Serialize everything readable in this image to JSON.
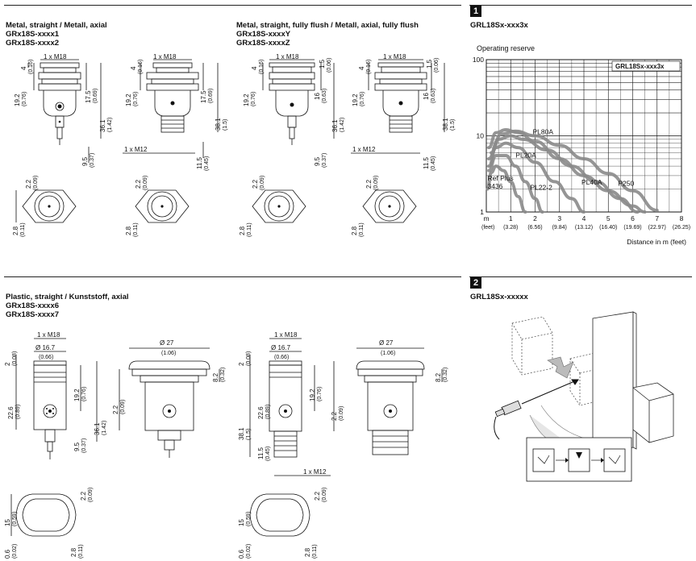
{
  "sections": {
    "metal_axial": {
      "title": "Metal, straight / Metall, axial",
      "models": [
        "GRx18S-xxxx1",
        "GRx18S-xxxx2"
      ]
    },
    "metal_flush": {
      "title": "Metal, straight, fully flush / Metall, axial, fully flush",
      "models": [
        "GRx18S-xxxxY",
        "GRx18S-xxxxZ"
      ]
    },
    "plastic": {
      "title": "Plastic, straight / Kunststoff, axial",
      "models": [
        "GRx18S-xxxx6",
        "GRx18S-xxxx7"
      ]
    }
  },
  "panel1": {
    "badge": "1",
    "caption": "GRL18Sx-xxx3x"
  },
  "panel2": {
    "badge": "2",
    "caption": "GRL18Sx-xxxxx"
  },
  "dims": {
    "m18": "1 x M18",
    "m12": "1 x M12",
    "d4": "4",
    "d4i": "(0.16)",
    "d15": "1.5",
    "d15i": "(0.06)",
    "d192": "19.2",
    "d192i": "(0.76)",
    "d175": "17.5",
    "d175i": "(0.69)",
    "d16": "16",
    "d16i": "(0.63)",
    "d361": "36.1",
    "d361i": "(1.42)",
    "d381": "38.1",
    "d381i": "(1.5)",
    "d95": "9.5",
    "d95i": "(0.37)",
    "d115": "11.5",
    "d115i": "(0.45)",
    "d22": "2.2",
    "d22i": "(0.09)",
    "d28": "2.8",
    "d28i": "(0.11)",
    "d2": "2",
    "d2i": "(0.08)",
    "d167": "Ø 16.7",
    "d167i": "(0.66)",
    "d27": "Ø 27",
    "d27i": "(1.06)",
    "d226": "22.6",
    "d226i": "(0.89)",
    "d82": "8.2",
    "d82i": "(0.32)",
    "d06": "0.6",
    "d06i": "(0.02)",
    "d15b": "15",
    "d15bi": "(0.59)"
  },
  "chart_data": {
    "type": "line",
    "title": "Operating reserve",
    "legend": "GRL18Sx-xxx3x",
    "xlabel": "Distance in m (feet)",
    "x_unit_m": "m",
    "x_unit_ft": "(feet)",
    "xlim": [
      0,
      8
    ],
    "ylim": [
      1,
      100
    ],
    "yscale": "log",
    "y_ticks": [
      "100",
      "10",
      "1"
    ],
    "x_ticks": [
      "1",
      "2",
      "3",
      "4",
      "5",
      "6",
      "7",
      "8"
    ],
    "x_ticks_ft": [
      "(3.28)",
      "(6.56)",
      "(9.84)",
      "(13.12)",
      "(16.40)",
      "(19.69)",
      "(22.97)",
      "(26.25)"
    ],
    "grid": true,
    "series_color": "#8a8a8a",
    "series": [
      {
        "name": "PL80A",
        "label_at": [
          1.9,
          10.5
        ],
        "x": [
          0.1,
          0.4,
          0.8,
          1.3,
          2.0,
          3.0,
          4.0,
          5.0,
          6.0,
          6.5
        ],
        "y": [
          7.0,
          11.0,
          12.0,
          11.0,
          8.5,
          5.0,
          3.0,
          1.9,
          1.2,
          1.0
        ]
      },
      {
        "name": "PL20A",
        "label_at": [
          1.2,
          5.2
        ],
        "x": [
          0.1,
          0.4,
          0.8,
          1.3,
          2.0,
          2.8,
          3.5,
          4.0
        ],
        "y": [
          4.0,
          7.0,
          8.0,
          7.0,
          4.5,
          2.5,
          1.5,
          1.0
        ]
      },
      {
        "name": "PL40A",
        "label_at": [
          3.9,
          2.3
        ],
        "x": [
          0.1,
          0.5,
          1.0,
          1.5,
          2.5,
          3.5,
          4.5,
          5.5,
          6.2
        ],
        "y": [
          5.0,
          9.0,
          10.0,
          9.0,
          6.5,
          4.0,
          2.5,
          1.5,
          1.0
        ]
      },
      {
        "name": "P250",
        "label_at": [
          5.4,
          2.2
        ],
        "x": [
          0.2,
          0.6,
          1.2,
          2.0,
          3.0,
          4.0,
          5.0,
          6.0,
          7.0
        ],
        "y": [
          6.0,
          10.5,
          11.5,
          10.0,
          7.5,
          5.0,
          3.2,
          1.9,
          1.05
        ]
      },
      {
        "name": "PL22-2",
        "label_at": [
          1.8,
          1.95
        ],
        "x": [
          0.1,
          0.4,
          0.8,
          1.2,
          1.6,
          2.0,
          2.3
        ],
        "y": [
          3.5,
          5.5,
          5.5,
          4.0,
          2.5,
          1.5,
          1.0
        ]
      },
      {
        "name": "Ref Plus 3436",
        "label_lines": [
          "Ref Plus",
          "3436"
        ],
        "label_at": [
          0.05,
          2.6
        ],
        "x": [
          0.05,
          0.2,
          0.4,
          0.7,
          1.0,
          1.3,
          1.6
        ],
        "y": [
          2.0,
          3.3,
          4.0,
          3.5,
          2.5,
          1.6,
          1.0
        ]
      }
    ]
  }
}
